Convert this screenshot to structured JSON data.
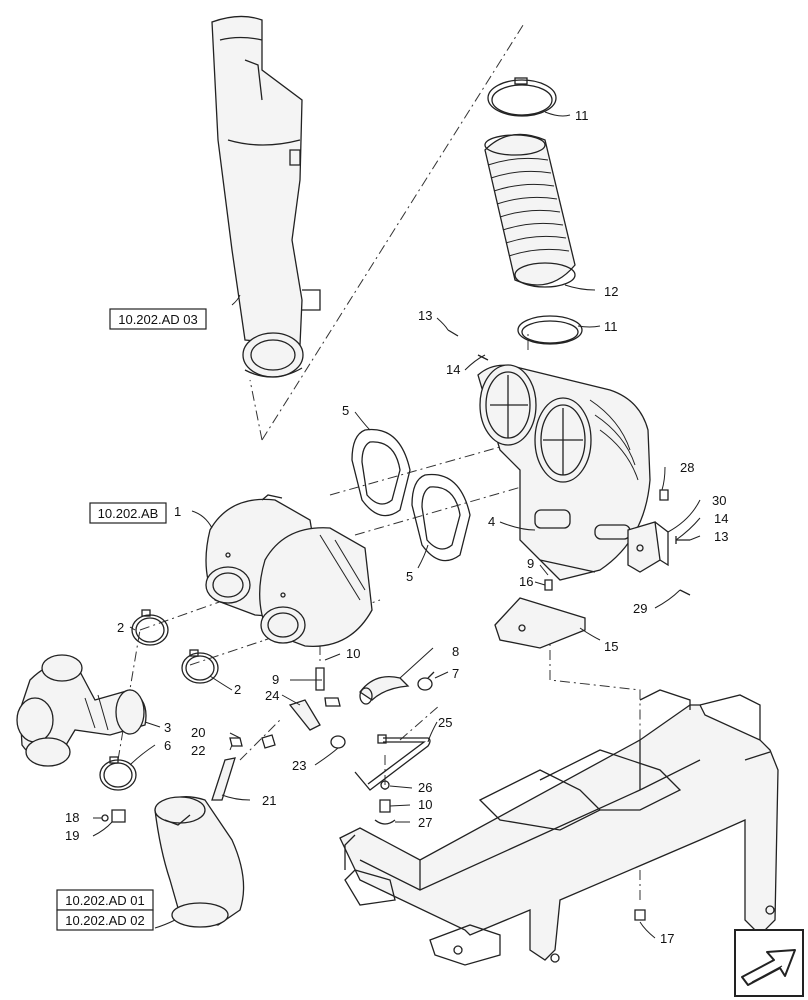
{
  "reference_boxes": {
    "ad03": "10.202.AD 03",
    "ab": "10.202.AB",
    "ad01": "10.202.AD 01",
    "ad02": "10.202.AD 02"
  },
  "callouts": {
    "c1": "1",
    "c2a": "2",
    "c2b": "2",
    "c3": "3",
    "c4": "4",
    "c5a": "5",
    "c5b": "5",
    "c6": "6",
    "c7": "7",
    "c8": "8",
    "c9a": "9",
    "c9b": "9",
    "c10a": "10",
    "c10b": "10",
    "c11a": "11",
    "c11b": "11",
    "c12": "12",
    "c13a": "13",
    "c13b": "13",
    "c14a": "14",
    "c14b": "14",
    "c15": "15",
    "c16": "16",
    "c17": "17",
    "c18": "18",
    "c19": "19",
    "c20": "20",
    "c21": "21",
    "c22": "22",
    "c23": "23",
    "c24": "24",
    "c25": "25",
    "c26": "26",
    "c27": "27",
    "c28": "28",
    "c29": "29",
    "c30": "30"
  },
  "icons": {
    "nav_arrow": "navigation-arrow-icon"
  }
}
